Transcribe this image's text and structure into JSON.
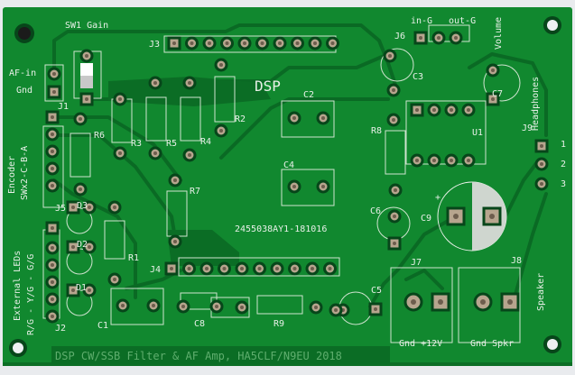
{
  "board": {
    "colors": {
      "soldermask": "#11882f",
      "trace": "#0a6a24",
      "silkscreen": "#e8f0e8",
      "pad": "#b7a58e",
      "background": "#e9ebee"
    },
    "title_banner": "DSP CW/SSB Filter & AF Amp, HA5CLF/N9EU 2018",
    "main_label": "DSP",
    "serial": "2455038AY1-181016",
    "labels": {
      "sw1": "SW1 Gain",
      "j1": "J1",
      "af_in": "AF-in",
      "gnd_j1": "Gnd",
      "j3": "J3",
      "j4": "J4",
      "j2": "J2",
      "j5": "J5",
      "j6": "J6",
      "j7": "J7",
      "j8": "J8",
      "j9": "J9",
      "in_g": "in-G",
      "out_g": "out-G",
      "volume": "Volume",
      "encoder": "Encoder",
      "encoder_pins": "SWx2-C-B-A",
      "ext_leds": "External LEDs",
      "led_colors": "R/G - Y/G - G/G",
      "headphones": "Headphones",
      "hp1": "1",
      "hp2": "2",
      "hp3": "3",
      "speaker": "Speaker",
      "j7_pins": "Gnd +12V",
      "j8_pins": "Gnd Spkr",
      "r1": "R1",
      "r2": "R2",
      "r3": "R3",
      "r4": "R4",
      "r5": "R5",
      "r6": "R6",
      "r7": "R7",
      "r8": "R8",
      "r9": "R9",
      "c1": "C1",
      "c2": "C2",
      "c3": "C3",
      "c4": "C4",
      "c5": "C5",
      "c6": "C6",
      "c7": "C7",
      "c8": "C8",
      "c9": "C9",
      "d1": "D1",
      "d2": "D2",
      "d3": "D3",
      "u1": "U1"
    }
  }
}
